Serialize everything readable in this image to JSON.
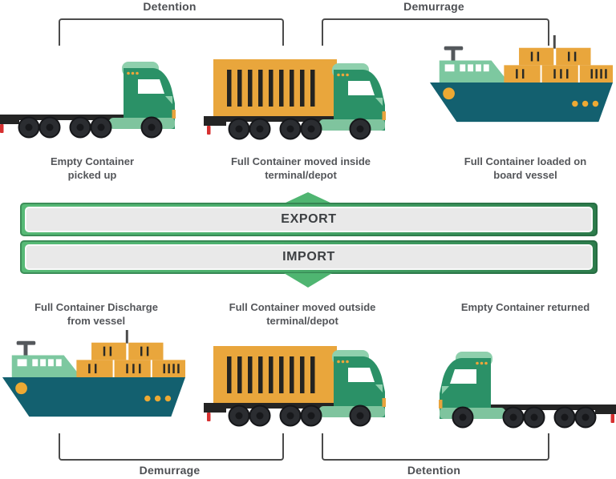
{
  "colors": {
    "background": "#ffffff",
    "caption_text": "#54565a",
    "bracket_line": "#4b4b4b",
    "banner_green_light": "#57ba76",
    "banner_green_dark": "#2d7c4c",
    "banner_inner_bg": "#e9e9e9",
    "banner_text": "#3c3f42",
    "truck_green": "#2b9167",
    "truck_green_light": "#8fd0ad",
    "container_orange": "#e9a63c",
    "ship_teal": "#13606f",
    "tail_light_red": "#d63030"
  },
  "export_flow": {
    "brackets": [
      {
        "label": "Detention"
      },
      {
        "label": "Demurrage"
      }
    ],
    "steps": [
      {
        "icon": "empty-container-truck",
        "line1": "Empty Container",
        "line2": "picked up"
      },
      {
        "icon": "full-container-truck",
        "line1": "Full Container moved inside",
        "line2": "terminal/depot"
      },
      {
        "icon": "container-ship",
        "line1": "Full Container loaded on",
        "line2": "board vessel"
      }
    ]
  },
  "banners": {
    "export_label": "EXPORT",
    "import_label": "IMPORT"
  },
  "import_flow": {
    "steps": [
      {
        "icon": "container-ship",
        "line1": "Full Container Discharge",
        "line2": "from vessel"
      },
      {
        "icon": "full-container-truck",
        "line1": "Full Container moved outside",
        "line2": "terminal/depot"
      },
      {
        "icon": "empty-container-truck",
        "line1": "Empty Container returned",
        "line2": ""
      }
    ],
    "brackets": [
      {
        "label": "Demurrage"
      },
      {
        "label": "Detention"
      }
    ]
  }
}
